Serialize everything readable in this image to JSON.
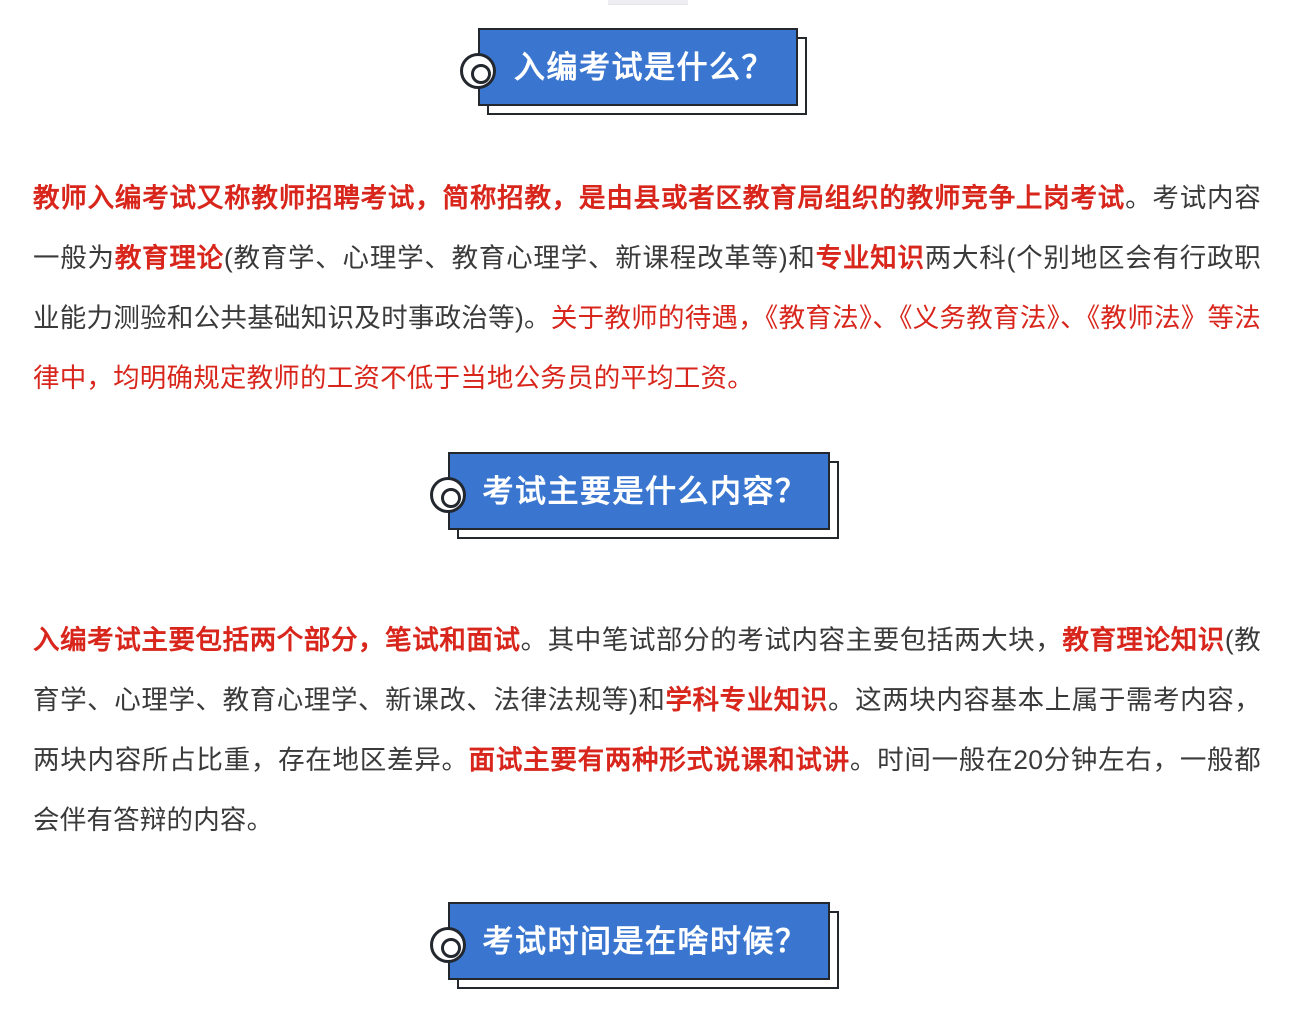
{
  "page": {
    "background_color": "#ffffff",
    "accent_blue": "#3a76d0",
    "accent_red": "#d8261c",
    "border_dark": "#23272e",
    "body_text_color": "#3a3a3a"
  },
  "headings": [
    {
      "id": "h1",
      "label": "入编考试是什么？",
      "icon": "ring-circle-icon"
    },
    {
      "id": "h2",
      "label": "考试主要是什么内容？",
      "icon": "ring-circle-icon"
    },
    {
      "id": "h3",
      "label": "考试时间是在啥时候？",
      "icon": "ring-circle-icon"
    }
  ],
  "paragraphs": [
    {
      "id": "p1",
      "runs": [
        {
          "style": "red-bold",
          "text": "教师入编考试又称教师招聘考试，简称招教，是由县或者区教育局组织的教师竞争上岗考试"
        },
        {
          "style": "black",
          "text": "。考试内容一般为"
        },
        {
          "style": "red-bold",
          "text": "教育理论"
        },
        {
          "style": "black",
          "text": "(教育学、心理学、教育心理学、新课程改革等)和"
        },
        {
          "style": "red-bold",
          "text": "专业知识"
        },
        {
          "style": "black",
          "text": "两大科(个别地区会有行政职业能力测验和公共基础知识及时事政治等)。"
        },
        {
          "style": "red",
          "text": "关于教师的待遇，《教育法》、《义务教育法》、《教师法》等法律中，均明确规定教师的工资不低于当地公务员的平均工资。"
        }
      ]
    },
    {
      "id": "p2",
      "runs": [
        {
          "style": "red-bold",
          "text": "入编考试主要包括两个部分，笔试和面试"
        },
        {
          "style": "black",
          "text": "。其中笔试部分的考试内容主要包括两大块，"
        },
        {
          "style": "red-bold",
          "text": "教育理论知识"
        },
        {
          "style": "black",
          "text": "(教育学、心理学、教育心理学、新课改、法律法规等)和"
        },
        {
          "style": "red-bold",
          "text": "学科专业知识"
        },
        {
          "style": "black",
          "text": "。这两块内容基本上属于需考内容，两块内容所占比重，存在地区差异。"
        },
        {
          "style": "red-bold",
          "text": "面试主要有两种形式说课和试讲"
        },
        {
          "style": "black",
          "text": "。时间一般在20分钟左右，一般都会伴有答辩的内容。"
        }
      ]
    }
  ]
}
